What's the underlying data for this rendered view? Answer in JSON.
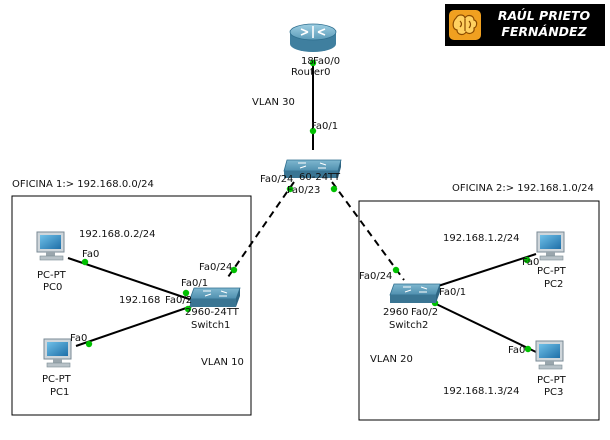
{
  "logo": {
    "line1": "RAÚL PRIETO",
    "line2": "FERNÁNDEZ"
  },
  "zones": {
    "office1": "OFICINA 1:> 192.168.0.0/24",
    "office2": "OFICINA 2:> 192.168.1.0/24"
  },
  "vlans": {
    "vlan30": "VLAN 30",
    "vlan10": "VLAN 10",
    "vlan20": "VLAN 20"
  },
  "devices": {
    "router": {
      "model": "18",
      "name": "Router0"
    },
    "core": {
      "model": "60-24TT"
    },
    "switch1": {
      "model": "2960-24TT",
      "name": "Switch1"
    },
    "switch2": {
      "model": "2960",
      "name": "Switch2"
    },
    "pc0": {
      "type": "PC-PT",
      "name": "PC0",
      "ip": "192.168.0.2/24"
    },
    "pc1": {
      "type": "PC-PT",
      "name": "PC1",
      "ip": "192.168"
    },
    "pc2": {
      "type": "PC-PT",
      "name": "PC2",
      "ip": "192.168.1.2/24"
    },
    "pc3": {
      "type": "PC-PT",
      "name": "PC3",
      "ip": "192.168.1.3/24"
    }
  },
  "ports": {
    "router_fa00": "Fa0/0",
    "core_fa01": "Fa0/1",
    "core_fa024": "Fa0/24",
    "core_fa023": "Fa0/23",
    "sw1_fa024": "Fa0/24",
    "sw1_fa01": "Fa0/1",
    "sw1_fa02": "Fa0/2",
    "pc0_fa0": "Fa0",
    "pc1_fa0": "Fa0",
    "sw2_fa024": "Fa0/24",
    "sw2_fa01": "Fa0/1",
    "sw2_fa02": "Fa0/2",
    "pc2_fa0": "Fa0",
    "pc3_fa0": "Fa0"
  },
  "colors": {
    "link_dot": "#00c000",
    "device_blue": "#3f7f9f",
    "logo_bg": "#000000",
    "logo_accent": "#f0a020"
  }
}
